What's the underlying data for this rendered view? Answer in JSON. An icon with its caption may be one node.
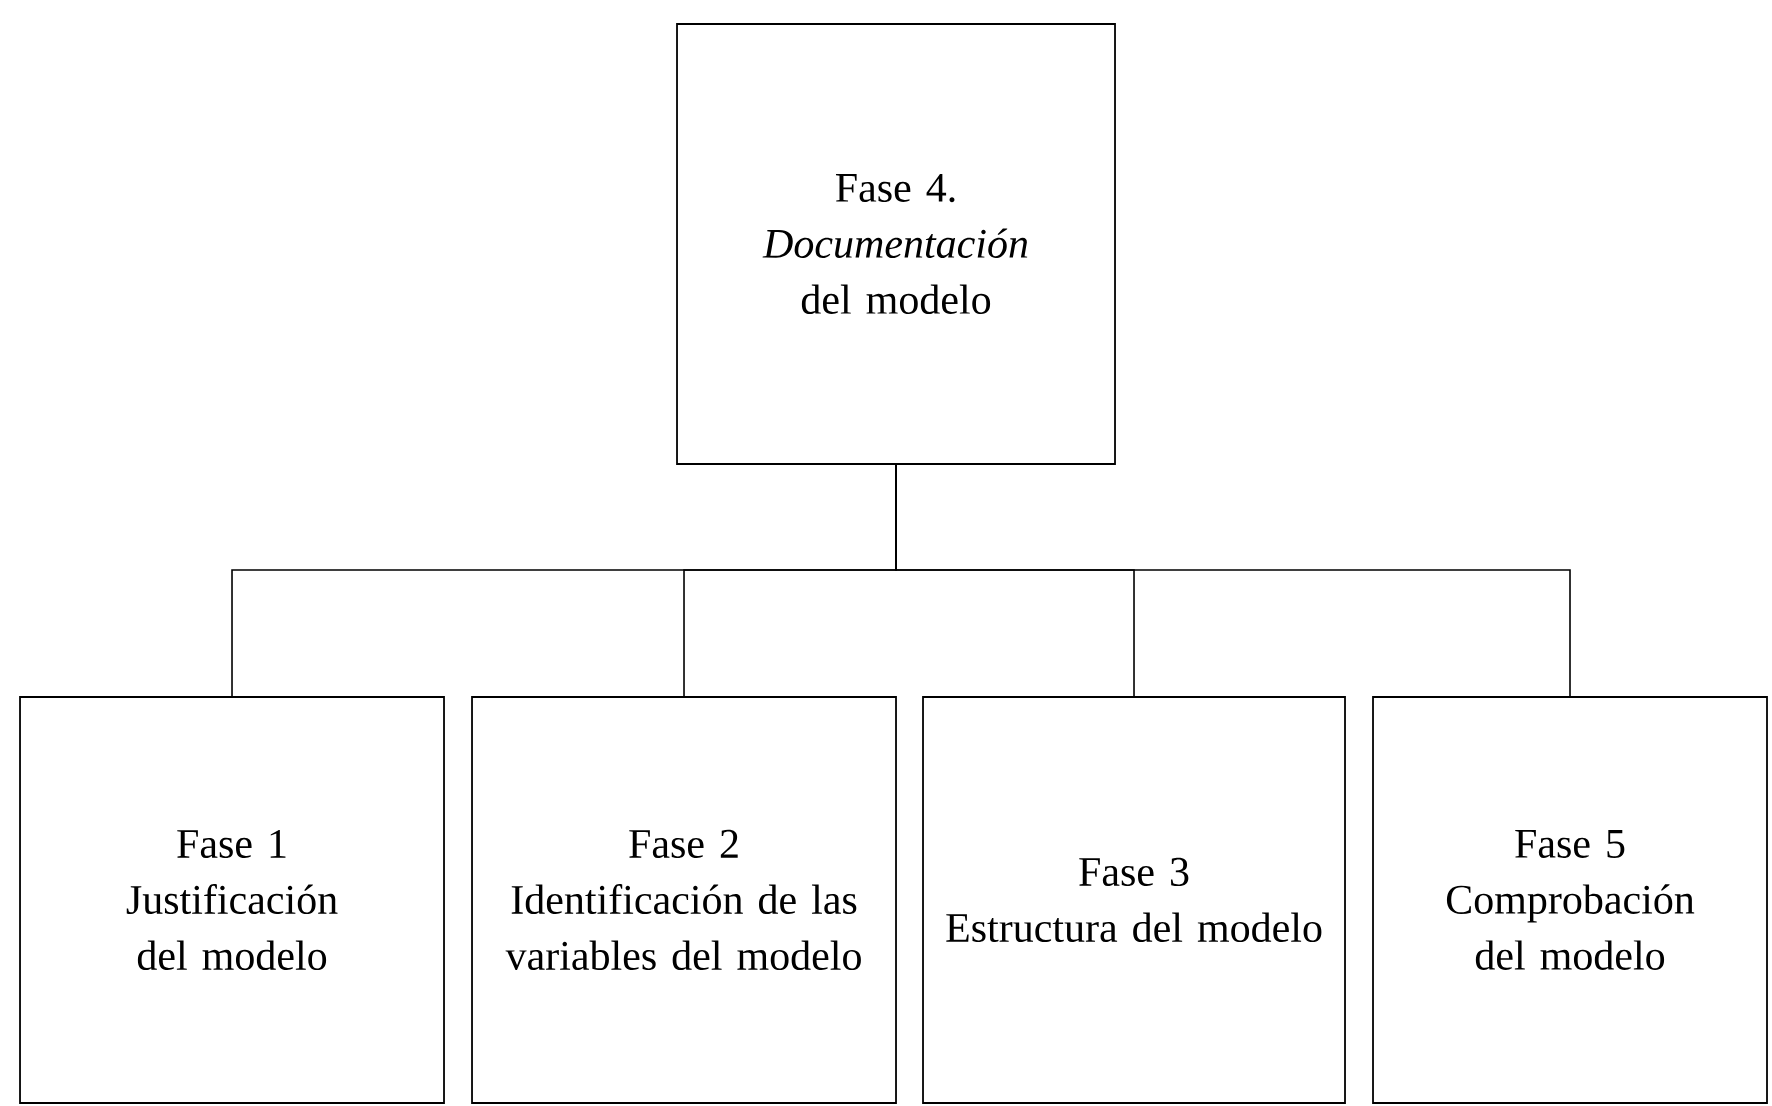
{
  "diagram": {
    "nodes": [
      {
        "text": [
          "Fase 4.",
          "*Documentación* del modelo"
        ]
      },
      {
        "text": [
          "Fase 1",
          "Justificación del modelo"
        ]
      },
      {
        "text": [
          "Fase 2",
          "Identificación de las variables del modelo"
        ]
      },
      {
        "text": [
          "Fase 3",
          "Estructura del modelo"
        ]
      },
      {
        "text": [
          "Fase 5",
          "Comprobación del modelo"
        ]
      }
    ],
    "edges": [
      {
        "from": 0,
        "to": 1,
        "arrow": "none"
      },
      {
        "from": 0,
        "to": 2,
        "arrow": "none"
      },
      {
        "from": 0,
        "to": 3,
        "arrow": "none"
      },
      {
        "from": 0,
        "to": 4,
        "arrow": "none"
      }
    ]
  }
}
